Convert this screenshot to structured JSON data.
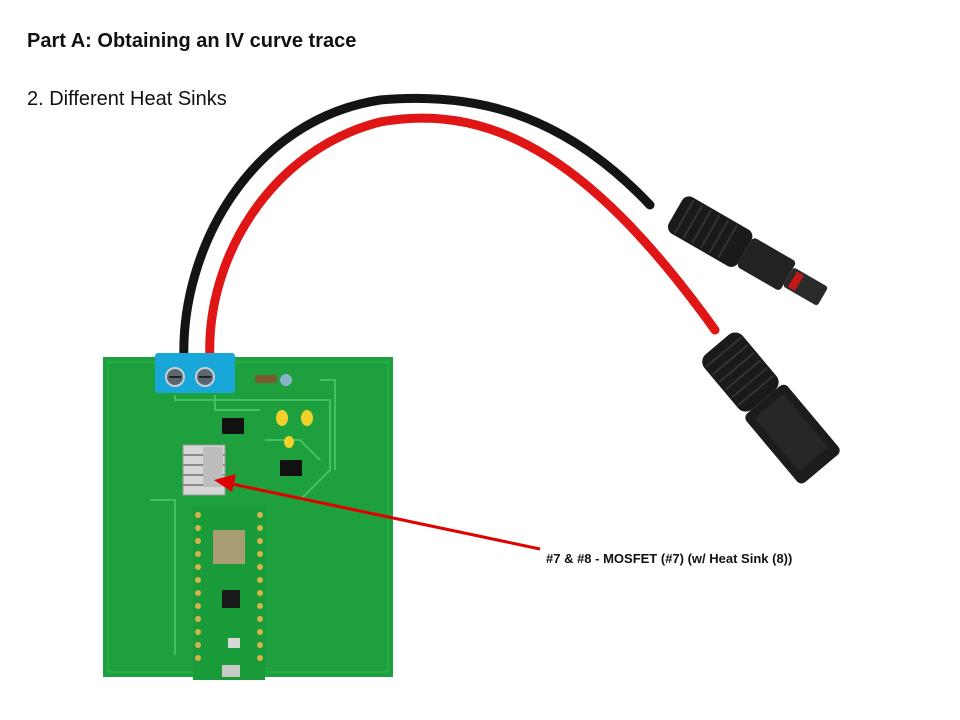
{
  "slide": {
    "title": "Part A:  Obtaining an IV curve trace",
    "subtitle": "2. Different Heat Sinks",
    "callout": "#7 & #8  -  MOSFET (#7) (w/ Heat Sink (8))"
  },
  "colors": {
    "pcb": "#1ea03e",
    "wire_red": "#e01515",
    "wire_black": "#141414",
    "terminal_block": "#19a6d8",
    "arrow": "#e00000"
  }
}
